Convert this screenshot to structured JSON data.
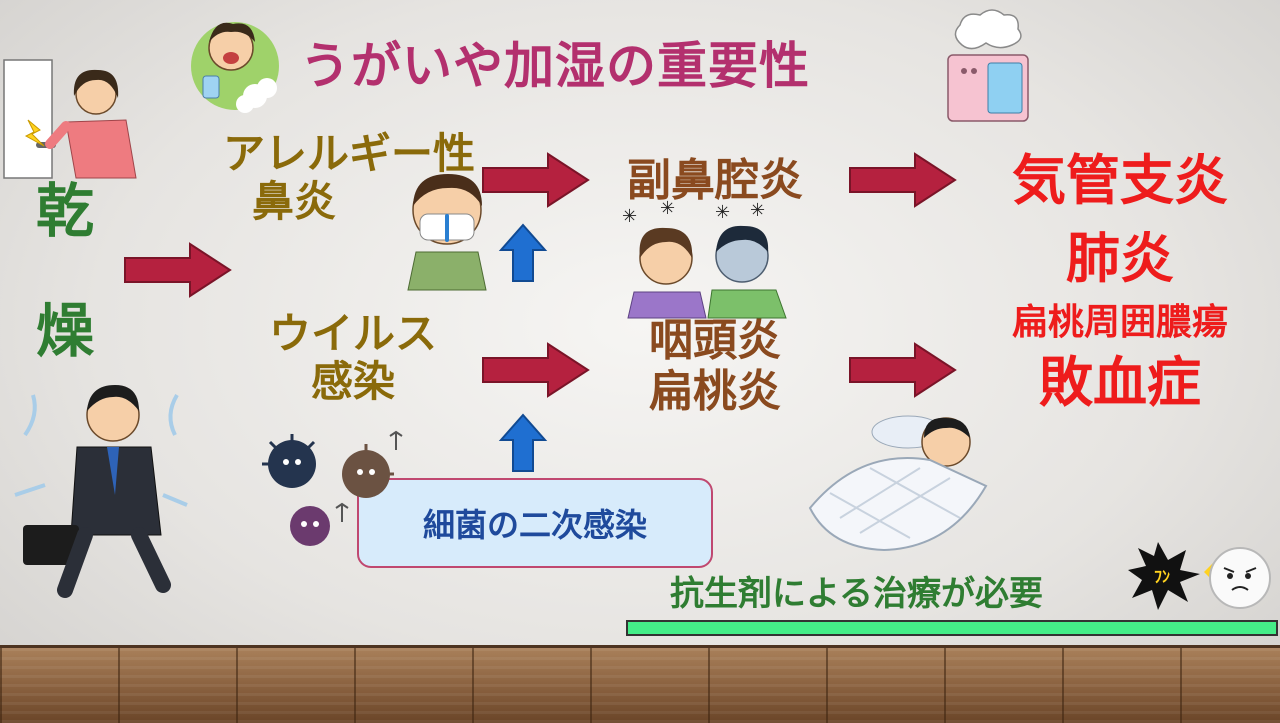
{
  "title": "うがいや加湿の重要性",
  "left_label": {
    "line1": "乾",
    "line2": "燥"
  },
  "stage1": {
    "top": {
      "line1": "アレルギー性",
      "line2": "鼻炎"
    },
    "bottom": {
      "line1": "ウイルス",
      "line2": "感染"
    }
  },
  "stage2": {
    "top": "副鼻腔炎",
    "bottom": {
      "line1": "咽頭炎",
      "line2": "扁桃炎"
    }
  },
  "stage3": {
    "line1": "気管支炎",
    "line2": "肺炎",
    "line3": "扁桃周囲膿瘍",
    "line4": "敗血症"
  },
  "bacteria_label": "細菌の二次感染",
  "antibiotics_label": "抗生剤による治療が必要",
  "colors": {
    "title": "#b3306e",
    "dry": "#2f7d32",
    "stage1": "#8a6a0a",
    "stage2": "#8a4a1f",
    "stage3": "#ee1c1c",
    "arrow_red": "#b5213f",
    "arrow_blue": "#1f6fd1",
    "bar": "#44ee88"
  }
}
